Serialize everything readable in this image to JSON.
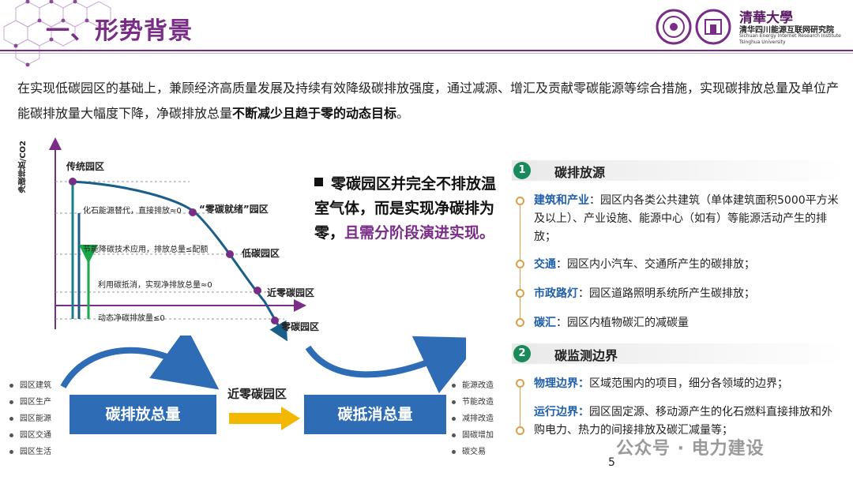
{
  "header": {
    "title": "一、形势背景",
    "logo_text_cn": "清华四川能源互联网研究院",
    "logo_text_en1": "Sichuan Energy Internet Research Institute",
    "logo_text_en2": "Tsinghua University",
    "logo_calligraphy": "清華大學"
  },
  "intro": {
    "part1": "在实现低碳园区的基础上，兼顾经济高质量发展及持续有效降级碳排放强度，通过减源、增汇及贡献零碳能源等综合措施，实现碳排放总量及单位产能碳排放量大幅度下降，净碳排放总量",
    "bold": "不断减少且趋于零的动态目标",
    "end": "。"
  },
  "chart": {
    "ylabel": "净碳排放/CO2",
    "point_traditional": "传统园区",
    "point_ready": "“零碳就绪”园区",
    "point_low": "低碳园区",
    "point_near": "近零碳园区",
    "point_zero": "零碳园区",
    "band1": "化石能源替代，直接排放≈0",
    "band2": "节能降碳技术应用，排放总量≤配额",
    "band3": "利用碳抵消，实现净排放总量≈0",
    "band4": "动态净碳排放量≤0"
  },
  "callout": {
    "line1": "零碳园区并完全不排放温室气体，而是实现净碳排为零，",
    "accent": "且需分阶段演进实现。"
  },
  "section1": {
    "num": "1",
    "title": "碳排放源",
    "items": [
      {
        "key": "建筑和产业",
        "text": "：园区内各类公共建筑（单体建筑面积5000平方米及以上）、产业设施、能源中心（如有）等能源活动产生的排放；"
      },
      {
        "key": "交通",
        "text": "：园区内小汽车、交通所产生的碳排放；"
      },
      {
        "key": "市政路灯",
        "text": "：园区道路照明系统所产生碳排放；"
      },
      {
        "key": "碳汇",
        "text": "：园区内植物碳汇的减碳量"
      }
    ]
  },
  "section2": {
    "num": "2",
    "title": "碳监测边界",
    "items": [
      {
        "key": "物理边界：",
        "text": "区域范围内的项目，细分各领域的边界；"
      },
      {
        "key": "运行边界：",
        "text": "园区固定源、移动源产生的化石燃料直接排放和外购电力、热力的间接排放及碳汇减量等；"
      }
    ]
  },
  "flow": {
    "left_box": "碳排放总量",
    "right_box": "碳抵消总量",
    "arrow_label": "近零碳园区",
    "left_list": [
      "园区建筑",
      "园区生产",
      "园区能源",
      "园区交通",
      "园区生活"
    ],
    "right_list": [
      "能源改造",
      "节能改造",
      "减排改造",
      "固碳增加",
      "碳交易"
    ]
  },
  "footer": {
    "page": "5",
    "watermark": "公众号 · 电力建设"
  },
  "colors": {
    "brand_purple": "#7a2d87",
    "box_blue": "#2e6cb5",
    "teal": "#1a7d8a",
    "green": "#1aa84a",
    "orange_accent": "#d9a04a",
    "section_green": "#1a8a5c"
  }
}
